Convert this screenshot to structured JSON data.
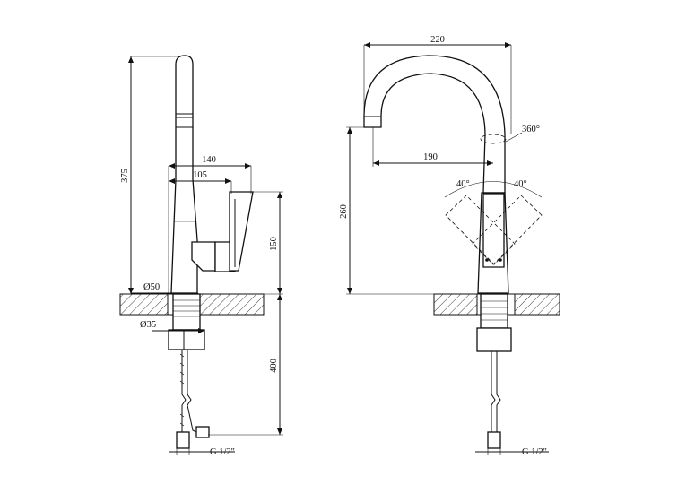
{
  "side_view": {
    "height_total": "375",
    "width_lever": "140",
    "width_body": "105",
    "base_diameter": "Ø50",
    "lever_height": "150",
    "shank_diameter": "Ø35",
    "hose_length": "400",
    "thread": "G 1/2\""
  },
  "front_view": {
    "spout_reach": "220",
    "swivel_angle": "360°",
    "spout_offset": "190",
    "lever_angle_left": "40°",
    "lever_angle_right": "40°",
    "spout_height": "260",
    "thread": "G 1/2\""
  }
}
